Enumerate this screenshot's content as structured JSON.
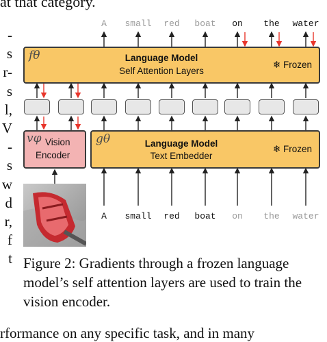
{
  "header_fragment": "at that category.",
  "left_fragments": [
    "-",
    "s",
    "r-",
    "s",
    "l,",
    "V",
    "-",
    "s",
    "w",
    "d",
    "r,",
    "f",
    "t"
  ],
  "figure": {
    "output_tokens": [
      {
        "text": "A",
        "style": "grey"
      },
      {
        "text": "small",
        "style": "grey"
      },
      {
        "text": "red",
        "style": "grey"
      },
      {
        "text": "boat",
        "style": "grey"
      },
      {
        "text": "on",
        "style": "dark"
      },
      {
        "text": "the",
        "style": "dark"
      },
      {
        "text": "water",
        "style": "dark"
      }
    ],
    "input_tokens": [
      {
        "text": "A",
        "style": "dark"
      },
      {
        "text": "small",
        "style": "dark"
      },
      {
        "text": "red",
        "style": "dark"
      },
      {
        "text": "boat",
        "style": "dark"
      },
      {
        "text": "on",
        "style": "grey"
      },
      {
        "text": "the",
        "style": "grey"
      },
      {
        "text": "water",
        "style": "grey"
      }
    ],
    "self_attention_box": {
      "symbol": "fθ",
      "title": "Language Model",
      "subtitle": "Self Attention Layers",
      "frozen_label": "❄ Frozen"
    },
    "vision_encoder_box": {
      "symbol": "vφ",
      "line1": "Vision",
      "line2": "Encoder"
    },
    "text_embedder_box": {
      "symbol": "gθ",
      "title": "Language Model",
      "subtitle": "Text Embedder",
      "frozen_label": "❄ Frozen"
    },
    "colors": {
      "frozen_box": "#f9c766",
      "trainable_box": "#f3b3b3",
      "gradient_arrow": "#e8352b"
    }
  },
  "caption": "Figure 2: Gradients through a frozen language model’s self attention layers are used to train the vision encoder.",
  "footer_fragment": "rformance on any specific task, and in many"
}
